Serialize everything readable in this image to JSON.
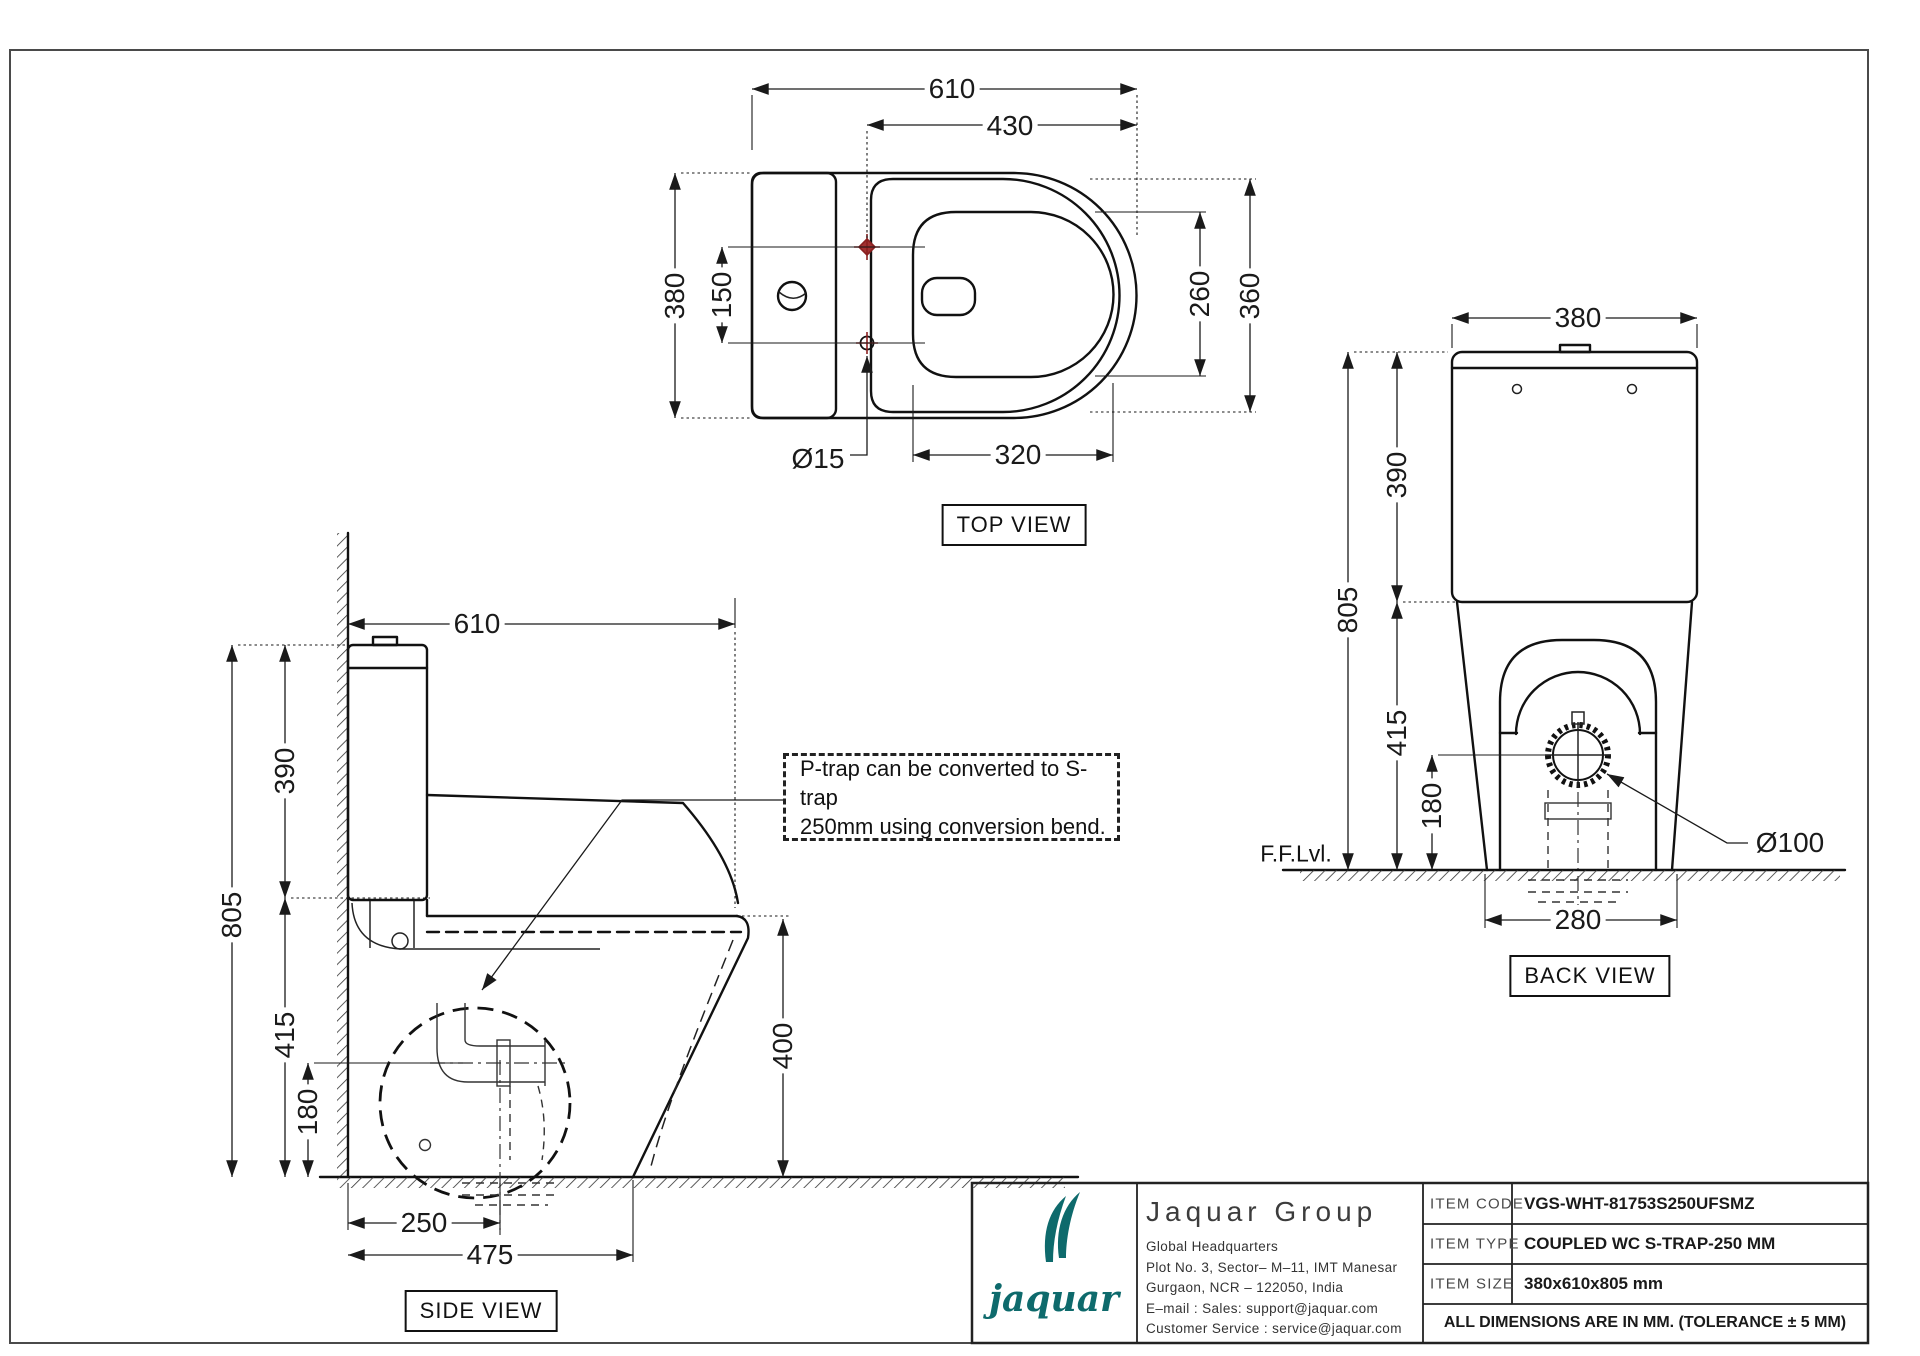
{
  "colors": {
    "line": "#1a1a1a",
    "accent_red": "#8b1f1f",
    "logo_teal": "#0e6a6c"
  },
  "views": {
    "top": {
      "label": "TOP VIEW",
      "overall_length": "610",
      "hinge_offset": "430",
      "overall_width": "380",
      "hinge_spacing": "150",
      "hinge_hole_dia": "Ø15",
      "seat_inner_width": "260",
      "seat_outer_width": "360",
      "bowl_opening_length": "320"
    },
    "side": {
      "label": "SIDE VIEW",
      "overall_length": "610",
      "tank_height": "390",
      "overall_height": "805",
      "rim_height": "415",
      "trap_height": "180",
      "bowl_front_height": "400",
      "trap_distance": "250",
      "base_length": "475",
      "note_line1": "P-trap can be converted to S-trap",
      "note_line2": "250mm using conversion bend."
    },
    "back": {
      "label": "BACK VIEW",
      "tank_width": "380",
      "overall_height": "805",
      "tank_height": "390",
      "rim_height": "415",
      "trap_height": "180",
      "base_width": "280",
      "outlet_dia": "Ø100",
      "floor_level": "F.F.Lvl."
    }
  },
  "title_block": {
    "logo_word": "jaquar",
    "company": "Jaquar Group",
    "address": [
      "Global Headquarters",
      "Plot No. 3, Sector– M–11, IMT Manesar",
      "Gurgaon, NCR – 122050, India",
      "E–mail : Sales: support@jaquar.com",
      "Customer Service : service@jaquar.com"
    ],
    "rows": [
      {
        "label": "ITEM CODE",
        "value": "VGS-WHT-81753S250UFSMZ"
      },
      {
        "label": "ITEM TYPE",
        "value": "COUPLED WC S-TRAP-250 MM"
      },
      {
        "label": "ITEM SIZE",
        "value": "380x610x805 mm"
      }
    ],
    "tolerance_note": "ALL DIMENSIONS ARE IN MM. (TOLERANCE ± 5 MM)"
  }
}
